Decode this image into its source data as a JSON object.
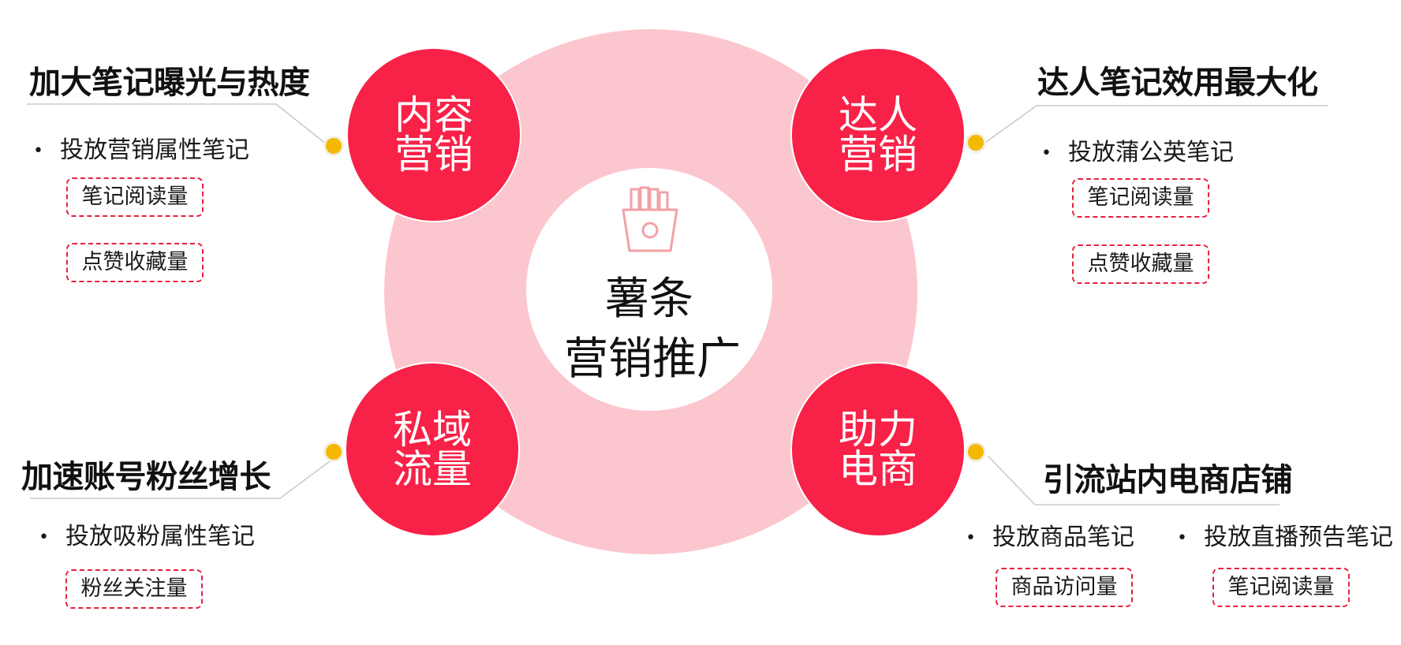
{
  "center": {
    "line1": "薯条",
    "line2": "营销推广",
    "icon": "fries-icon"
  },
  "nodes": [
    {
      "label": "内容营销"
    },
    {
      "label": "达人营销"
    },
    {
      "label": "私域流量"
    },
    {
      "label": "助力电商"
    }
  ],
  "sections": {
    "top_left": {
      "title": "加大笔记曝光与热度",
      "bullet": "投放营销属性笔记",
      "metrics": [
        "笔记阅读量",
        "点赞收藏量"
      ]
    },
    "top_right": {
      "title": "达人笔记效用最大化",
      "bullet": "投放蒲公英笔记",
      "metrics": [
        "笔记阅读量",
        "点赞收藏量"
      ]
    },
    "bottom_left": {
      "title": "加速账号粉丝增长",
      "bullet": "投放吸粉属性笔记",
      "metrics": [
        "粉丝关注量"
      ]
    },
    "bottom_right": {
      "title": "引流站内电商店铺",
      "bullets": [
        "投放商品笔记",
        "投放直播预告笔记"
      ],
      "metrics": [
        "商品访问量",
        "笔记阅读量"
      ]
    }
  },
  "colors": {
    "node": "#f82147",
    "ring": "#fcc6cf",
    "dot": "#f5b800",
    "dashed_border": "#e8203f",
    "icon": "#f2a1a6"
  }
}
